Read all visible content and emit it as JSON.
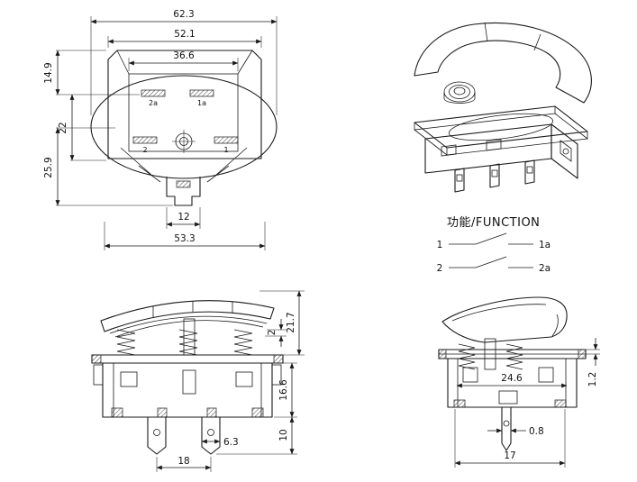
{
  "drawing": {
    "background": "#ffffff",
    "line_color": "#1a1a1a"
  },
  "function_block": {
    "title": "功能/FUNCTION",
    "rows": [
      {
        "left": "1",
        "right": "1a"
      },
      {
        "left": "2",
        "right": "2a"
      }
    ]
  },
  "top_view": {
    "dims": {
      "overall_width": "62.3",
      "body_width": "52.1",
      "inner_width": "36.6",
      "upper_height": "14.9",
      "mid_height": "22",
      "lower_height": "25.9",
      "tab_width": "12",
      "bottom_width": "53.3"
    },
    "terminals": {
      "t2a": "2a",
      "t1a": "1a",
      "t2": "2",
      "t1": "1"
    }
  },
  "front_view": {
    "dims": {
      "gap": "2",
      "upper_height": "21.7",
      "body_height": "16.6",
      "pin_height": "10",
      "pin_width": "6.3",
      "pin_spacing": "18"
    }
  },
  "side_view": {
    "dims": {
      "inner_width": "24.6",
      "lip": "1.2",
      "pin_thickness": "0.8",
      "bottom_width": "17"
    }
  }
}
